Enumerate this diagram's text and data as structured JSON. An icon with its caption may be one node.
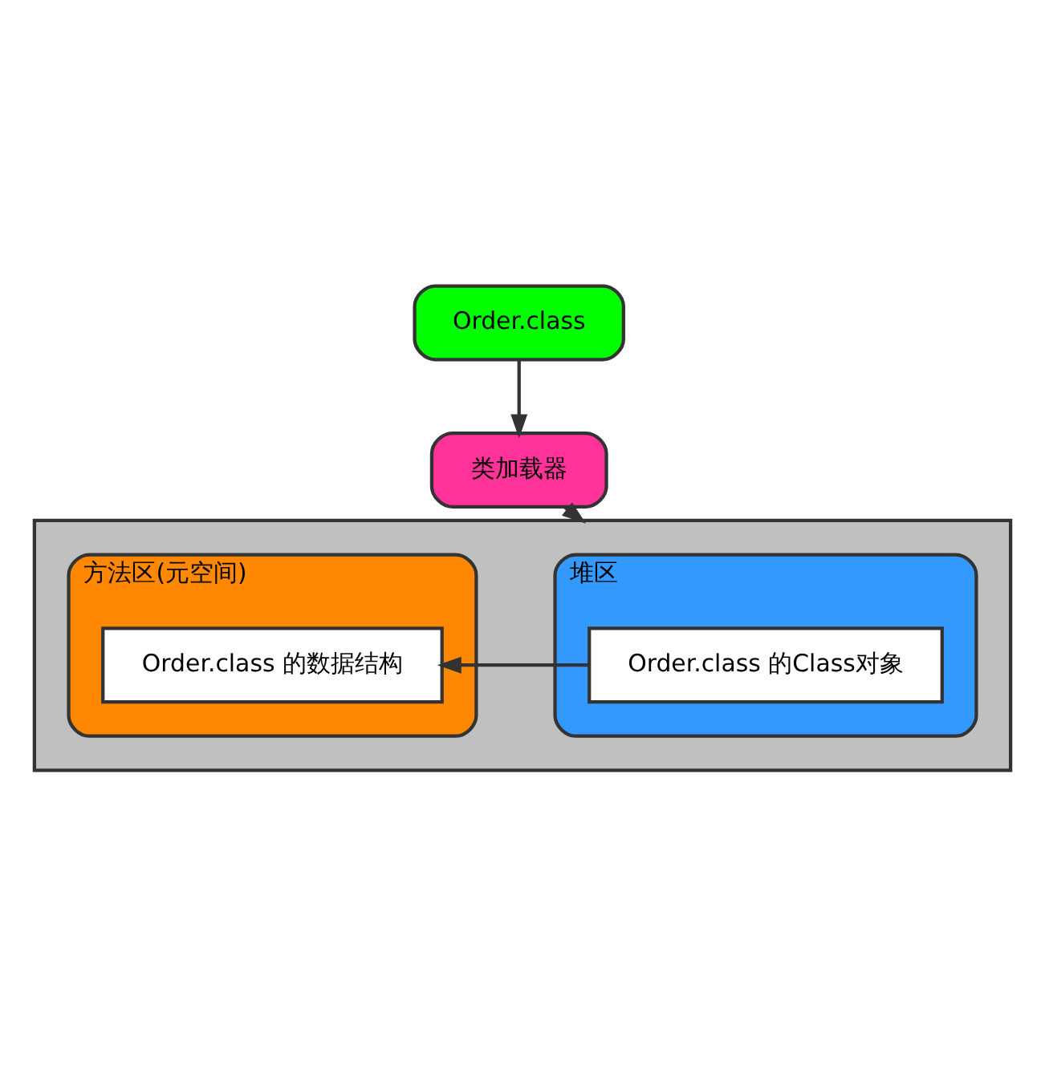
{
  "diagram": {
    "nodes": [
      {
        "text": [
          "Order.class"
        ]
      },
      {
        "text": [
          "类加载器"
        ]
      },
      {
        "text": [],
        "shape": "box"
      },
      {
        "text": [
          "堆区"
        ],
        "in": 2
      },
      {
        "text": [
          "Order.class 的Class对象"
        ],
        "in": 3
      },
      {
        "text": [
          "方法区(元空间)"
        ],
        "in": 2
      },
      {
        "text": [
          "Order.class 的数据结构"
        ],
        "in": 5
      }
    ],
    "edges": [
      {
        "from": 0,
        "to": 1,
        "arrow": "to"
      },
      {
        "from": 1,
        "to": 2,
        "arrow": "to"
      },
      {
        "from": 4,
        "to": 6,
        "arrow": "to"
      }
    ]
  }
}
